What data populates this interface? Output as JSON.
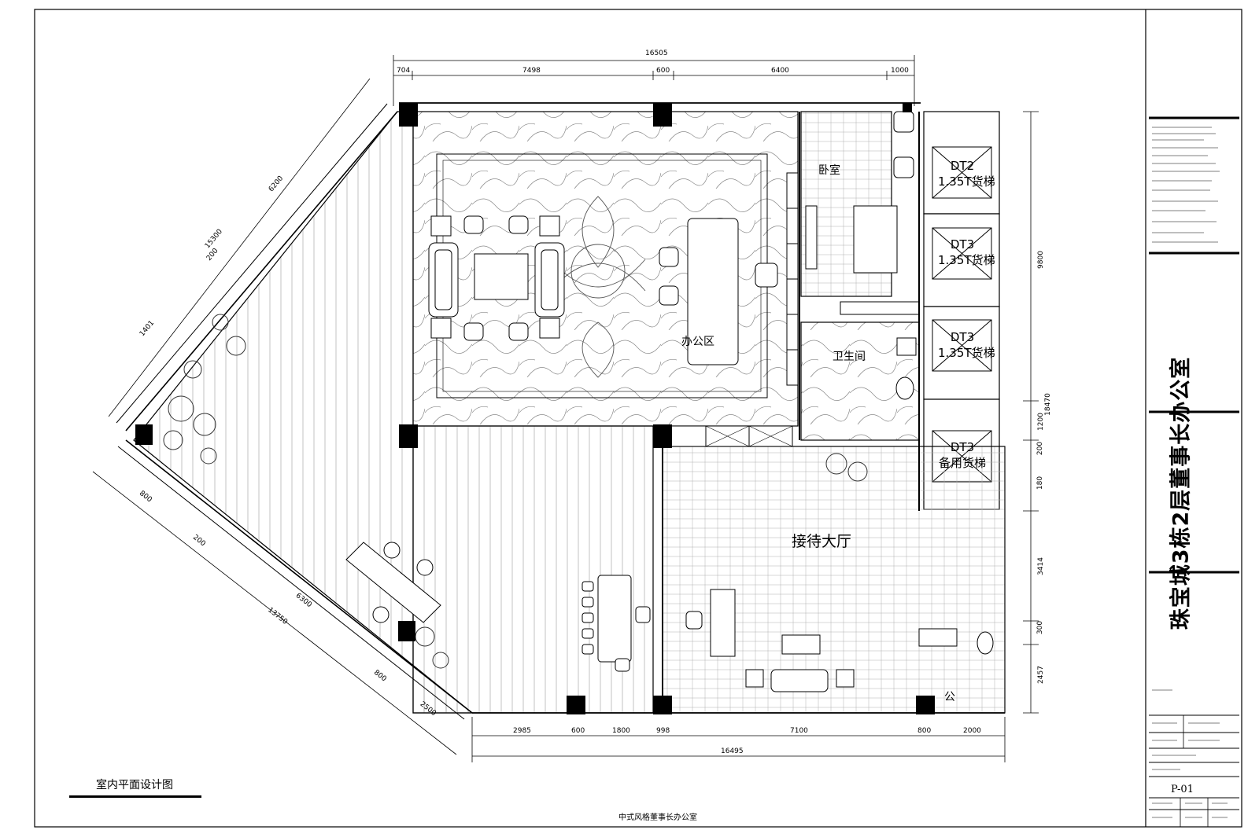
{
  "sheet": {
    "project_title": "珠宝城3栋2层董事长办公室",
    "sheet_no": "P-01",
    "drawing_name": "室内平面设计图",
    "caption": "中式风格董事长办公室"
  },
  "rooms": {
    "office": "办公区",
    "bedroom": "卧室",
    "bathroom": "卫生间",
    "reception": "接待大厅",
    "public_wc": "公"
  },
  "elevators": [
    {
      "code": "DT2",
      "capacity": "1.35T",
      "type": "货梯"
    },
    {
      "code": "DT3",
      "capacity": "1.35T",
      "type": "货梯"
    },
    {
      "code": "DT3",
      "capacity": "1.35T",
      "type": "货梯"
    },
    {
      "code": "DT3",
      "capacity": "",
      "type": "备用货梯"
    }
  ],
  "dimensions": {
    "top_total": "16505",
    "top_segments": [
      "704",
      "7498",
      "600",
      "6400",
      "1000"
    ],
    "bottom_total": "16495",
    "bottom_segments": [
      "2985",
      "600",
      "1800",
      "998",
      "7100",
      "800",
      "2000"
    ],
    "right_segments": [
      "9800",
      "1200",
      "200",
      "180",
      "3414",
      "300",
      "2457"
    ],
    "right_total": "18470",
    "diag_upper_total": "15300",
    "diag_upper_segments": [
      "1401",
      "6200",
      "200"
    ],
    "diag_lower_total": "13750",
    "diag_lower_segments": [
      "800",
      "200",
      "6300",
      "800",
      "2500"
    ]
  },
  "colors": {
    "line": "#000000",
    "paper": "#ffffff",
    "column_fill": "#000000",
    "hatch": "#555555"
  }
}
